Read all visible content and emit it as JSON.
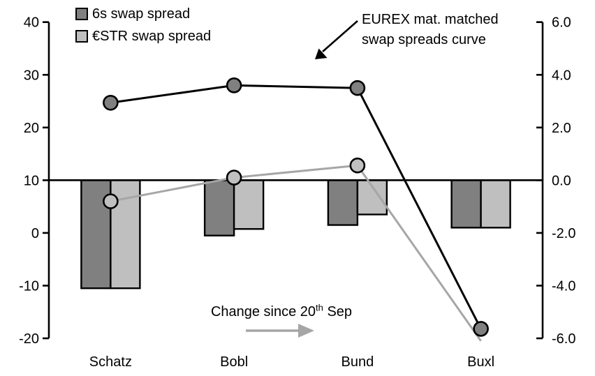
{
  "legend": {
    "items": [
      {
        "label": "6s swap spread",
        "color": "#808080"
      },
      {
        "label": "€STR swap spread",
        "color": "#BFBFBF"
      }
    ]
  },
  "annotation": {
    "line1": "EUREX mat. matched",
    "line2": "swap spreads curve"
  },
  "change_note": {
    "prefix": "Change since 20",
    "sup": "th",
    "suffix": " Sep"
  },
  "chart_data": {
    "type": "combo-bar-line",
    "categories": [
      "Schatz",
      "Bobl",
      "Bund",
      "Buxl"
    ],
    "left_axis": {
      "ticks": [
        "40",
        "30",
        "20",
        "10",
        "0",
        "-10",
        "-20"
      ],
      "range": [
        -20,
        40
      ]
    },
    "right_axis": {
      "ticks": [
        "6.0",
        "4.0",
        "2.0",
        "0.0",
        "-2.0",
        "-4.0",
        "-6.0"
      ],
      "range": [
        -6.0,
        6.0
      ]
    },
    "grid": false,
    "zero_line_left_value": 10,
    "bars_right_axis": {
      "meaning": "Change since 20th Sep",
      "series": [
        {
          "name": "6s swap spread",
          "color": "#808080",
          "values": [
            -4.1,
            -2.1,
            -1.7,
            -1.8
          ]
        },
        {
          "name": "€STR swap spread",
          "color": "#BFBFBF",
          "values": [
            -4.1,
            -1.85,
            -1.3,
            -1.8
          ]
        }
      ]
    },
    "lines_left_axis": {
      "meaning": "EUREX mat. matched swap spreads curve (levels)",
      "series": [
        {
          "name": "6s swap spread curve",
          "line_color": "#000000",
          "marker_color": "#808080",
          "values": [
            24.7,
            28.0,
            27.5,
            -18.2
          ],
          "markers": [
            true,
            true,
            true,
            true
          ]
        },
        {
          "name": "€STR swap spread curve",
          "line_color": "#A6A6A6",
          "marker_color": "#C0C0C0",
          "values": [
            6.0,
            10.5,
            12.8,
            -20.5
          ],
          "markers": [
            true,
            true,
            true,
            false
          ]
        }
      ]
    },
    "colors": {
      "axis": "#000000",
      "gray_arrow": "#A6A6A6"
    }
  }
}
